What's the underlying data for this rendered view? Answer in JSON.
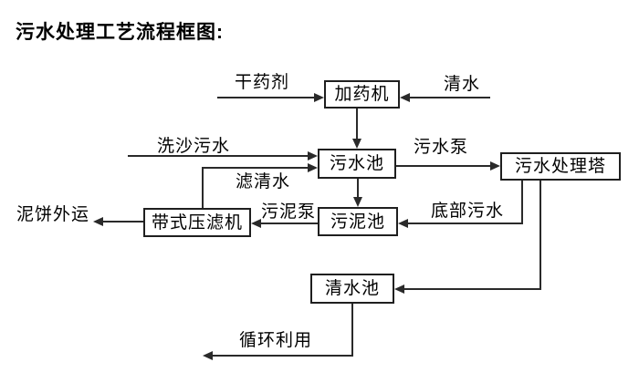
{
  "title": "污水处理工艺流程框图:",
  "diagram": {
    "nodes": {
      "dosing_machine": "加药机",
      "sewage_pool": "污水池",
      "treatment_tower": "污水处理塔",
      "sludge_pool": "污泥池",
      "belt_filter_press": "带式压滤机",
      "clean_water_pool": "清水池"
    },
    "flow_labels": {
      "dry_agent": "干药剂",
      "clean_water": "清水",
      "sand_washing_sewage": "洗沙污水",
      "filtered_water": "滤清水",
      "sewage_pump": "污水泵",
      "bottom_sewage": "底部污水",
      "sludge_pump": "污泥泵",
      "mud_cake_outbound": "泥饼外运",
      "recycling": "循环利用"
    },
    "edges": [
      {
        "from": "干药剂",
        "to": "加药机"
      },
      {
        "from": "清水",
        "to": "加药机"
      },
      {
        "from": "加药机",
        "to": "污水池"
      },
      {
        "from": "洗沙污水",
        "to": "污水池"
      },
      {
        "from": "带式压滤机",
        "to": "污水池",
        "label": "滤清水"
      },
      {
        "from": "污水池",
        "to": "污水处理塔",
        "label": "污水泵"
      },
      {
        "from": "污水池",
        "to": "污泥池"
      },
      {
        "from": "污水处理塔",
        "to": "污泥池",
        "label": "底部污水"
      },
      {
        "from": "污泥池",
        "to": "带式压滤机",
        "label": "污泥泵"
      },
      {
        "from": "带式压滤机",
        "to": "泥饼外运"
      },
      {
        "from": "污水处理塔",
        "to": "清水池"
      },
      {
        "from": "清水池",
        "to": "循环利用"
      }
    ]
  },
  "colors": {
    "line": "#2a2a2a",
    "text": "#000000",
    "background": "#ffffff"
  }
}
